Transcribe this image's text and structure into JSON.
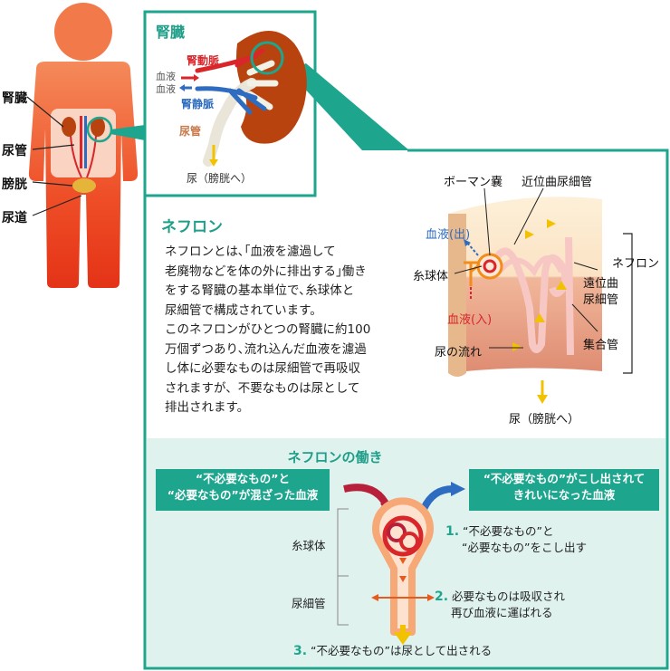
{
  "body_labels": {
    "kidney": "腎臓",
    "ureter": "尿管",
    "bladder": "膀胱",
    "urethra": "尿道"
  },
  "kidney_panel": {
    "title": "腎臓",
    "renal_artery": "腎動脈",
    "blood_line1": "血液",
    "blood_line2": "血液",
    "renal_vein": "腎静脈",
    "ureter": "尿管",
    "urine_to_bladder": "尿（膀胱へ）"
  },
  "nephron": {
    "title": "ネフロン",
    "description": [
      "ネフロンとは､｢血液を濾過して",
      "老廃物などを体の外に排出する｣働き",
      "をする腎臓の基本単位で､糸球体と",
      "尿細管で構成されています。",
      "このネフロンがひとつの腎臓に約100",
      "万個ずつあり､流れ込んだ血液を濾過",
      "し体に必要なものは尿細管で再吸収",
      "されますが、不要なものは尿として",
      "排出されます。"
    ],
    "labels": {
      "bowman": "ボーマン嚢",
      "proximal": "近位曲尿細管",
      "blood_out": "血液(出)",
      "glomerulus": "糸球体",
      "blood_in": "血液(入)",
      "urine_flow": "尿の流れ",
      "nephron_bracket": "ネフロン",
      "distal_1": "遠位曲",
      "distal_2": "尿細管",
      "collecting": "集合管",
      "urine_out": "尿（膀胱へ）"
    }
  },
  "workings": {
    "title": "ネフロンの働き",
    "left_box_1": "“不必要なもの”と",
    "left_box_2": "“必要なもの”が混ざった血液",
    "right_box_1": "“不必要なもの”がこし出されて",
    "right_box_2": "きれいになった血液",
    "glomerulus": "糸球体",
    "tubule": "尿細管",
    "step1_num": "1.",
    "step1_line1": "“不必要なもの”と",
    "step1_line2": "“必要なもの”をこし出す",
    "step2_num": "2.",
    "step2_line1": "必要なものは吸収され",
    "step2_line2": "再び血液に運ばれる",
    "step3_num": "3.",
    "step3_text": "“不必要なもの”は尿として出される"
  },
  "colors": {
    "teal": "#1ea58e",
    "teal_light": "#dff2ee",
    "body": "#ef5a2c",
    "kidney": "#b8430f",
    "artery": "#d9262a",
    "vein": "#2d6cc0",
    "urine": "#f2c200"
  }
}
